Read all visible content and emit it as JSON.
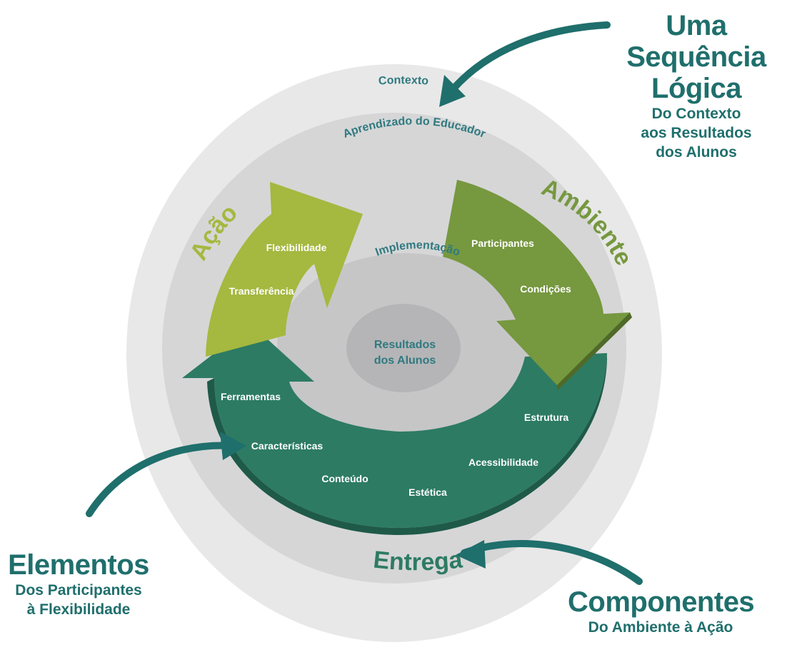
{
  "colors": {
    "ring_context": "#e8e8e8",
    "ring_educator": "#d6d6d7",
    "ring_implementation": "#c6c6c7",
    "core": "#b5b5b7",
    "delivery": "#2d7b63",
    "environment": "#76983f",
    "action": "#a5b83f",
    "callout_text": "#1f6f6c",
    "ring_label": "#2f7a80"
  },
  "callouts": {
    "sequence": {
      "title_line1": "Uma Sequência",
      "title_line2": "Lógica",
      "sub_line1": "Do Contexto",
      "sub_line2": "aos Resultados",
      "sub_line3": "dos Alunos"
    },
    "elements": {
      "title": "Elementos",
      "sub_line1": "Dos Participantes",
      "sub_line2": "à Flexibilidade"
    },
    "components": {
      "title": "Componentes",
      "sub_line1": "Do Ambiente à Ação"
    }
  },
  "rings": {
    "context": "Contexto",
    "educator": "Aprendizado do Educador",
    "implementation": "Implementação",
    "core_line1": "Resultados",
    "core_line2": "dos Alunos"
  },
  "components": {
    "action": {
      "title": "Ação",
      "items": [
        "Flexibilidade",
        "Transferência"
      ]
    },
    "environment": {
      "title": "Ambiente",
      "items": [
        "Participantes",
        "Condições"
      ]
    },
    "delivery": {
      "title": "Entrega",
      "items": [
        "Ferramentas",
        "Características",
        "Conteúdo",
        "Estética",
        "Acessibilidade",
        "Estrutura"
      ]
    }
  },
  "icons": [
    "curved-arrow-icon"
  ]
}
